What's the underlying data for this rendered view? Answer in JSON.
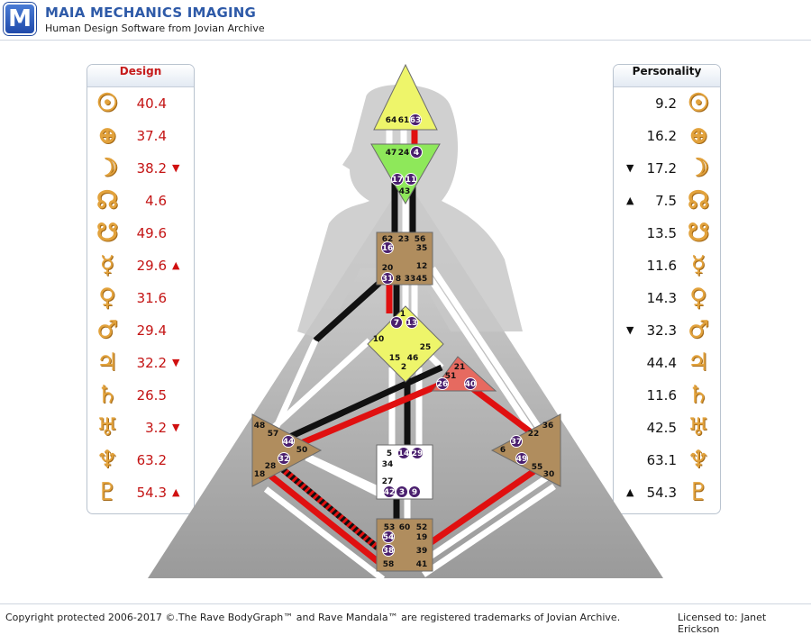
{
  "app": {
    "logo_letter": "M",
    "title": "MAIA MECHANICS IMAGING",
    "subtitle": "Human Design Software from Jovian Archive"
  },
  "design_panel": {
    "title": "Design",
    "rows": [
      {
        "planet": "sun-icon",
        "glyph": "☉",
        "value": "40.4",
        "arrow": ""
      },
      {
        "planet": "earth-icon",
        "glyph": "⊕",
        "value": "37.4",
        "arrow": ""
      },
      {
        "planet": "moon-icon",
        "glyph": "☽",
        "value": "38.2",
        "arrow": "▼"
      },
      {
        "planet": "north-node-icon",
        "glyph": "☊",
        "value": "4.6",
        "arrow": ""
      },
      {
        "planet": "south-node-icon",
        "glyph": "☋",
        "value": "49.6",
        "arrow": ""
      },
      {
        "planet": "mercury-icon",
        "glyph": "☿",
        "value": "29.6",
        "arrow": "▲"
      },
      {
        "planet": "venus-icon",
        "glyph": "♀",
        "value": "31.6",
        "arrow": ""
      },
      {
        "planet": "mars-icon",
        "glyph": "♂",
        "value": "29.4",
        "arrow": ""
      },
      {
        "planet": "jupiter-icon",
        "glyph": "♃",
        "value": "32.2",
        "arrow": "▼"
      },
      {
        "planet": "saturn-icon",
        "glyph": "♄",
        "value": "26.5",
        "arrow": ""
      },
      {
        "planet": "uranus-icon",
        "glyph": "♅",
        "value": "3.2",
        "arrow": "▼"
      },
      {
        "planet": "neptune-icon",
        "glyph": "♆",
        "value": "63.2",
        "arrow": ""
      },
      {
        "planet": "pluto-icon",
        "glyph": "♇",
        "value": "54.3",
        "arrow": "▲"
      }
    ]
  },
  "personality_panel": {
    "title": "Personality",
    "rows": [
      {
        "planet": "sun-icon",
        "glyph": "☉",
        "value": "9.2",
        "arrow": ""
      },
      {
        "planet": "earth-icon",
        "glyph": "⊕",
        "value": "16.2",
        "arrow": ""
      },
      {
        "planet": "moon-icon",
        "glyph": "☽",
        "value": "17.2",
        "arrow": "▼"
      },
      {
        "planet": "north-node-icon",
        "glyph": "☊",
        "value": "7.5",
        "arrow": "▲"
      },
      {
        "planet": "south-node-icon",
        "glyph": "☋",
        "value": "13.5",
        "arrow": ""
      },
      {
        "planet": "mercury-icon",
        "glyph": "☿",
        "value": "11.6",
        "arrow": ""
      },
      {
        "planet": "venus-icon",
        "glyph": "♀",
        "value": "14.3",
        "arrow": ""
      },
      {
        "planet": "mars-icon",
        "glyph": "♂",
        "value": "32.3",
        "arrow": "▼"
      },
      {
        "planet": "jupiter-icon",
        "glyph": "♃",
        "value": "44.4",
        "arrow": ""
      },
      {
        "planet": "saturn-icon",
        "glyph": "♄",
        "value": "11.6",
        "arrow": ""
      },
      {
        "planet": "uranus-icon",
        "glyph": "♅",
        "value": "42.5",
        "arrow": ""
      },
      {
        "planet": "neptune-icon",
        "glyph": "♆",
        "value": "63.1",
        "arrow": ""
      },
      {
        "planet": "pluto-icon",
        "glyph": "♇",
        "value": "54.3",
        "arrow": "▲"
      }
    ]
  },
  "bodygraph": {
    "centers": [
      {
        "name": "head",
        "gates": [
          "64",
          "61",
          "63"
        ],
        "active_gates": [
          "63"
        ],
        "color": "#eef56a",
        "defined": true
      },
      {
        "name": "ajna",
        "gates": [
          "47",
          "24",
          "4",
          "17",
          "11",
          "43"
        ],
        "active_gates": [
          "4",
          "17",
          "11"
        ],
        "color": "#8ee85a",
        "defined": true
      },
      {
        "name": "throat",
        "gates": [
          "62",
          "23",
          "56",
          "16",
          "35",
          "12",
          "20",
          "31",
          "8",
          "33",
          "45"
        ],
        "active_gates": [
          "16",
          "31"
        ],
        "color": "#b08d5e",
        "defined": true
      },
      {
        "name": "g-center",
        "gates": [
          "1",
          "7",
          "13",
          "10",
          "25",
          "15",
          "46",
          "2"
        ],
        "active_gates": [
          "7",
          "13"
        ],
        "color": "#eef56a",
        "defined": true
      },
      {
        "name": "heart",
        "gates": [
          "21",
          "51",
          "26",
          "40"
        ],
        "active_gates": [
          "26",
          "40"
        ],
        "color": "#e66a60",
        "defined": true
      },
      {
        "name": "spleen",
        "gates": [
          "48",
          "57",
          "44",
          "50",
          "32",
          "28",
          "18"
        ],
        "active_gates": [
          "44",
          "32"
        ],
        "color": "#b08d5e",
        "defined": true
      },
      {
        "name": "solar-plexus",
        "gates": [
          "36",
          "22",
          "37",
          "6",
          "49",
          "55",
          "30"
        ],
        "active_gates": [
          "37",
          "49"
        ],
        "color": "#b08d5e",
        "defined": true
      },
      {
        "name": "sacral",
        "gates": [
          "5",
          "14",
          "29",
          "34",
          "27",
          "42",
          "3",
          "9"
        ],
        "active_gates": [
          "14",
          "29",
          "42",
          "3",
          "9"
        ],
        "color": "#ffffff",
        "defined": false
      },
      {
        "name": "root",
        "gates": [
          "53",
          "60",
          "52",
          "54",
          "19",
          "38",
          "39",
          "58",
          "41"
        ],
        "active_gates": [
          "54",
          "38"
        ],
        "color": "#b08d5e",
        "defined": true
      }
    ]
  },
  "footer": {
    "copyright": "Copyright protected 2006-2017 ©.The Rave BodyGraph™ and Rave Mandala™ are registered trademarks of Jovian Archive.",
    "licensed": "Licensed to:  Janet Erickson"
  }
}
